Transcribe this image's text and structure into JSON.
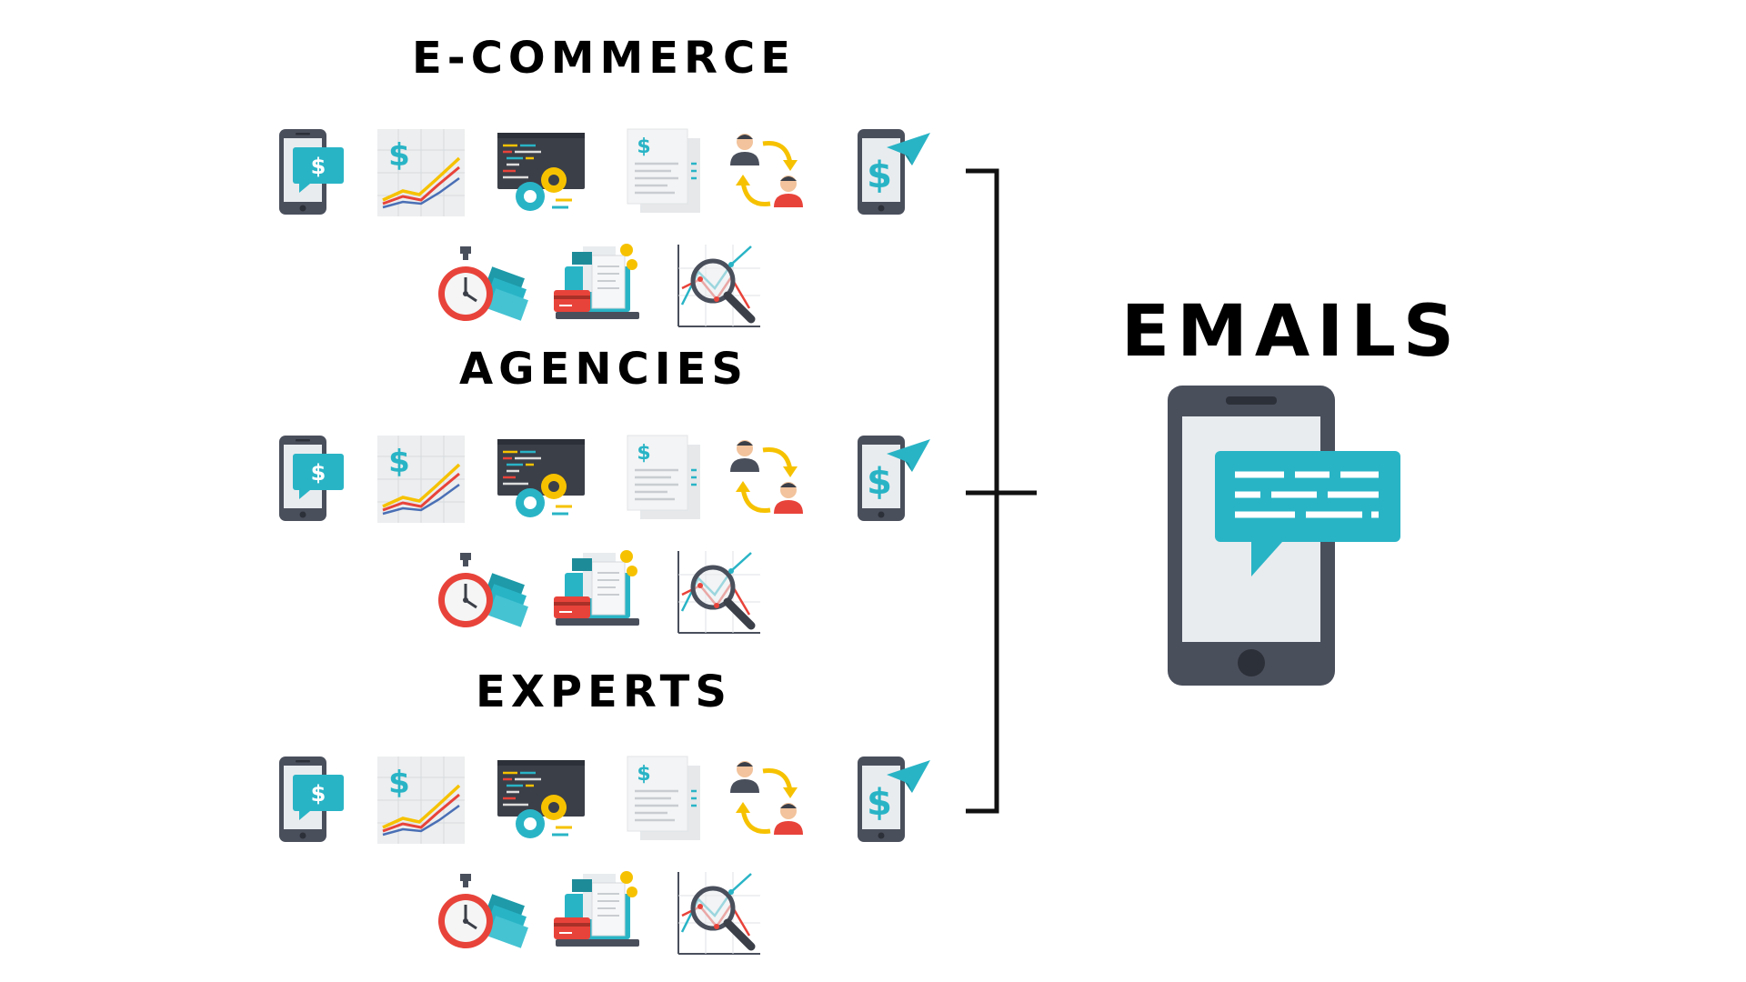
{
  "sections": [
    {
      "title": "E-COMMERCE"
    },
    {
      "title": "AGENCIES"
    },
    {
      "title": "EXPERTS"
    }
  ],
  "target": {
    "title": "EMAILS"
  },
  "icons": [
    "phone-dollar-chat-icon",
    "growth-chart-icon",
    "code-settings-icon",
    "invoice-receipt-icon",
    "user-exchange-icon",
    "mobile-payment-send-icon",
    "stopwatch-money-icon",
    "laptop-billing-icon",
    "analytics-magnifier-icon"
  ],
  "colors": {
    "accent": "#29b4c6",
    "dark": "#4a4f5c",
    "screen": "#e9ecef",
    "yellow": "#f6c200",
    "red": "#e8433a",
    "line": "#111111"
  }
}
